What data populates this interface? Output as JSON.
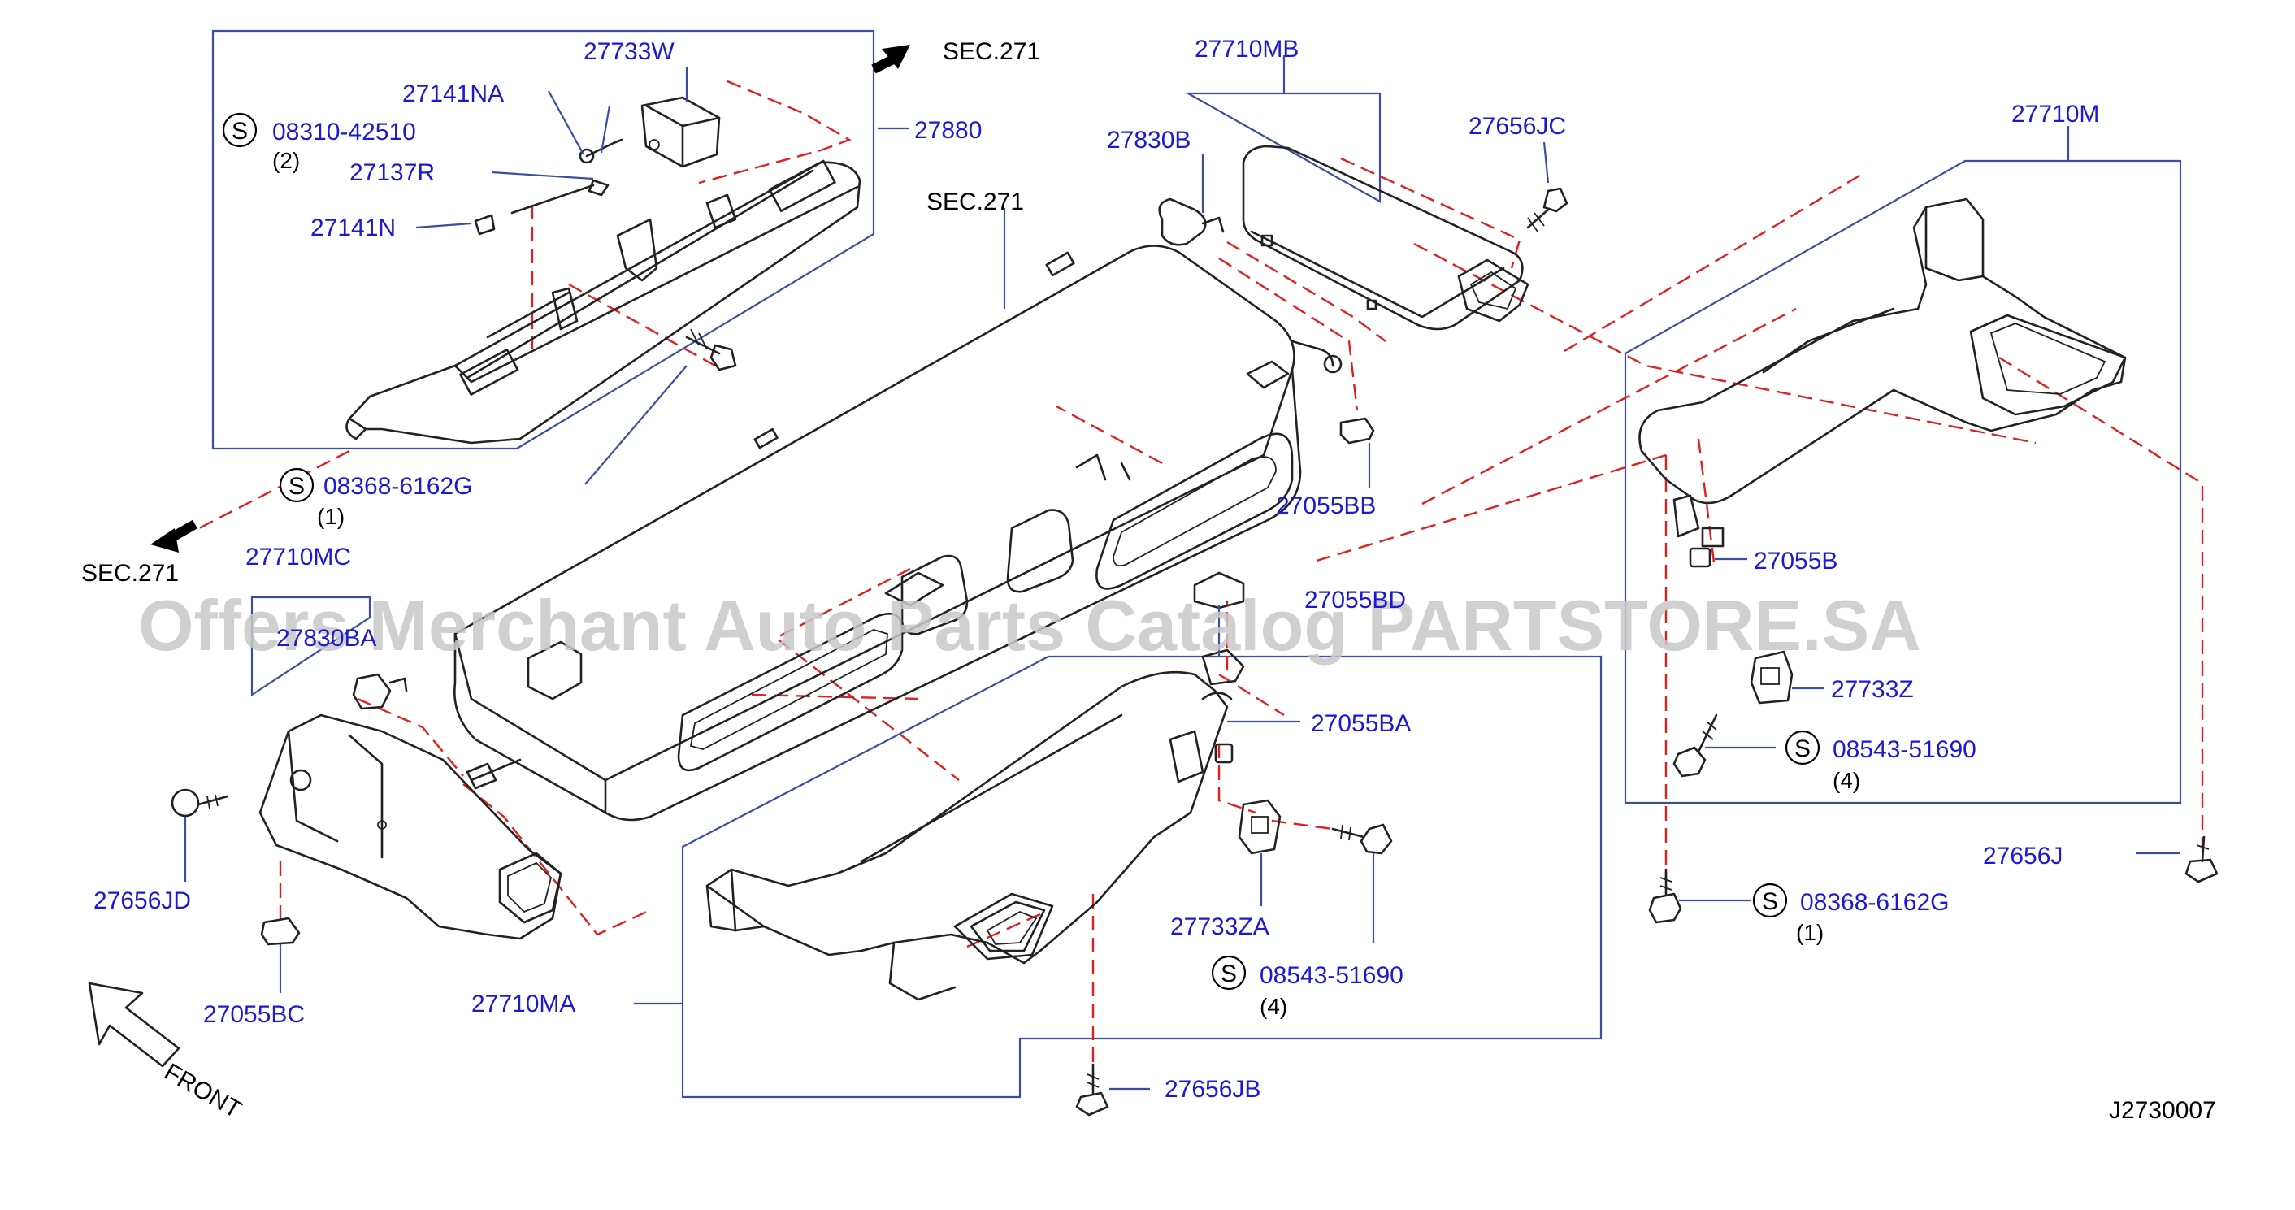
{
  "diagram_id": "J2730007",
  "watermark": "Offers Merchant Auto Parts Catalog PARTSTORE.SA",
  "section_refs": [
    "SEC.271",
    "SEC.271",
    "SEC.271"
  ],
  "front_label": "FRONT",
  "s_symbol": "S",
  "colors": {
    "part_number": "#1a1ad6",
    "leader": "#3a4fa0",
    "dashed": "#e02020"
  },
  "parts": {
    "p27733W": "27733W",
    "p27141NA": "27141NA",
    "p27137R": "27137R",
    "p27141N": "27141N",
    "p27880": "27880",
    "p27710MB": "27710MB",
    "p27830B": "27830B",
    "p27656JC": "27656JC",
    "p27710M": "27710M",
    "p27055BB": "27055BB",
    "p27055B": "27055B",
    "p27733Z": "27733Z",
    "p27656J": "27656J",
    "p27710MC": "27710MC",
    "p27830BA": "27830BA",
    "p27656JD": "27656JD",
    "p27055BC": "27055BC",
    "p27710MA": "27710MA",
    "p27055BD": "27055BD",
    "p27055BA": "27055BA",
    "p27733ZA": "27733ZA",
    "p27656JB": "27656JB"
  },
  "screws": {
    "s1": {
      "number": "08310-42510",
      "qty": "(2)"
    },
    "s2": {
      "number": "08368-6162G",
      "qty": "(1)"
    },
    "s3": {
      "number": "08543-51690",
      "qty": "(4)"
    },
    "s4": {
      "number": "08543-51690",
      "qty": "(4)"
    },
    "s5": {
      "number": "08368-6162G",
      "qty": "(1)"
    }
  }
}
